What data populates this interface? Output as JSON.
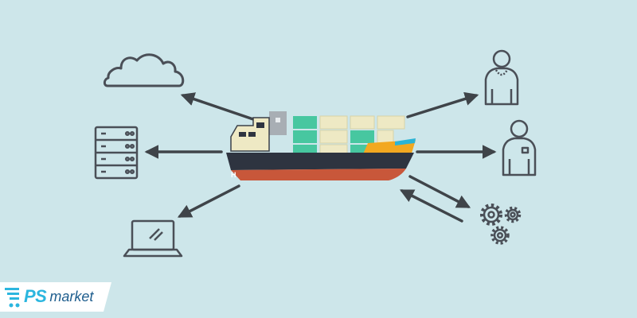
{
  "diagram": {
    "hub": "container-ship",
    "left_nodes": [
      "cloud-icon",
      "server-icon",
      "laptop-icon"
    ],
    "right_nodes": [
      "user-icon",
      "user-icon",
      "gears-icon"
    ],
    "hull_number": "H"
  },
  "logo": {
    "brand": "PS",
    "suffix": "market"
  },
  "colors": {
    "background": "#cde6ea",
    "line": "#4a4f57",
    "arrow": "#3f4449",
    "hull_dark": "#2e3440",
    "hull_red": "#c8573a",
    "deck_orange": "#f2a820",
    "deck_blue": "#2bb4d6",
    "container_green": "#47c7a0",
    "container_cream": "#eee9c4",
    "logo_blue": "#2bb6df",
    "logo_dark": "#1f5e8e"
  }
}
